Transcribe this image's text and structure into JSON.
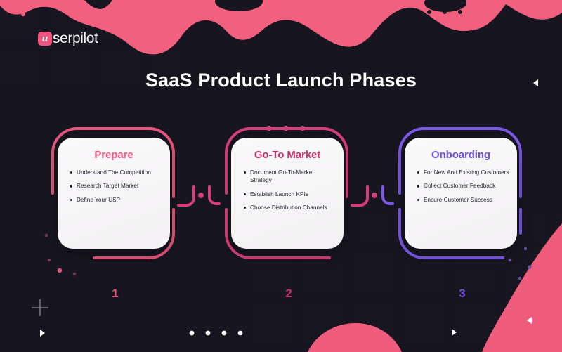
{
  "brand": {
    "logo_mark": "u",
    "logo_text": "serpilot",
    "logo_full": "userpilot",
    "logo_color": "#f2547d"
  },
  "header": {
    "title": "SaaS Product Launch Phases"
  },
  "theme": {
    "background": "#17151f",
    "wave_pink": "#f2607f",
    "card_bg": "#f7f5f7",
    "text_dark": "#262430",
    "title_white": "#ffffff"
  },
  "phases": [
    {
      "number": "1",
      "title": "Prepare",
      "color": "#f2547d",
      "ring_color": "#e8567f",
      "bullets": [
        "Understand The Competition",
        "Research Target Market",
        "Define Your USP"
      ]
    },
    {
      "number": "2",
      "title": "Go-To Market",
      "color": "#c9306b",
      "ring_color": "#d6407a",
      "bullets": [
        "Document Go-To-Market Strategy",
        "Establish Launch KPIs",
        "Choose Distribution Channels"
      ]
    },
    {
      "number": "3",
      "title": "Onboarding",
      "color": "#6f4fe0",
      "ring_color": "#7b5ae8",
      "bullets": [
        "For New And Existing Customers",
        "Collect Customer Feedback",
        "Ensure Customer Success"
      ]
    }
  ],
  "decorations": {
    "bottom_dots_count": 4,
    "top_wave_dots_count": 4,
    "plus_marker": "+",
    "triangle_markers": 3
  }
}
